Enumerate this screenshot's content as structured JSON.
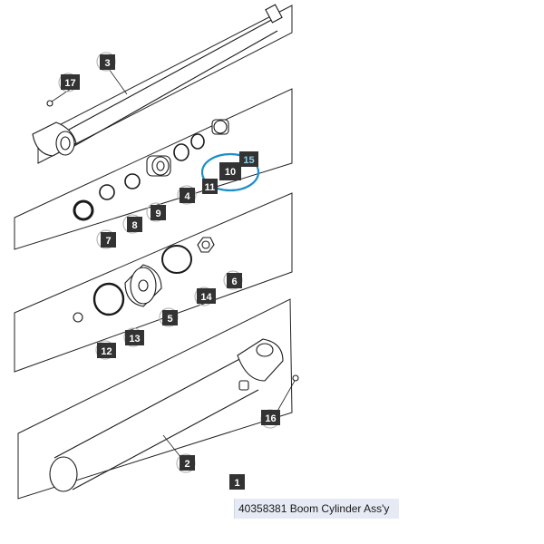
{
  "callouts": {
    "c1": "1",
    "c2": "2",
    "c3": "3",
    "c4": "4",
    "c5": "5",
    "c6": "6",
    "c7": "7",
    "c8": "8",
    "c9": "9",
    "c10": "10",
    "c11": "11",
    "c12": "12",
    "c13": "13",
    "c14": "14",
    "c15": "15",
    "c16": "16",
    "c17": "17"
  },
  "caption": "40358381 Boom Cylinder Ass'y",
  "colors": {
    "highlight": "#1a8fc9",
    "callout_fill": "#333333",
    "caption_bg": "#e6eaf4"
  }
}
